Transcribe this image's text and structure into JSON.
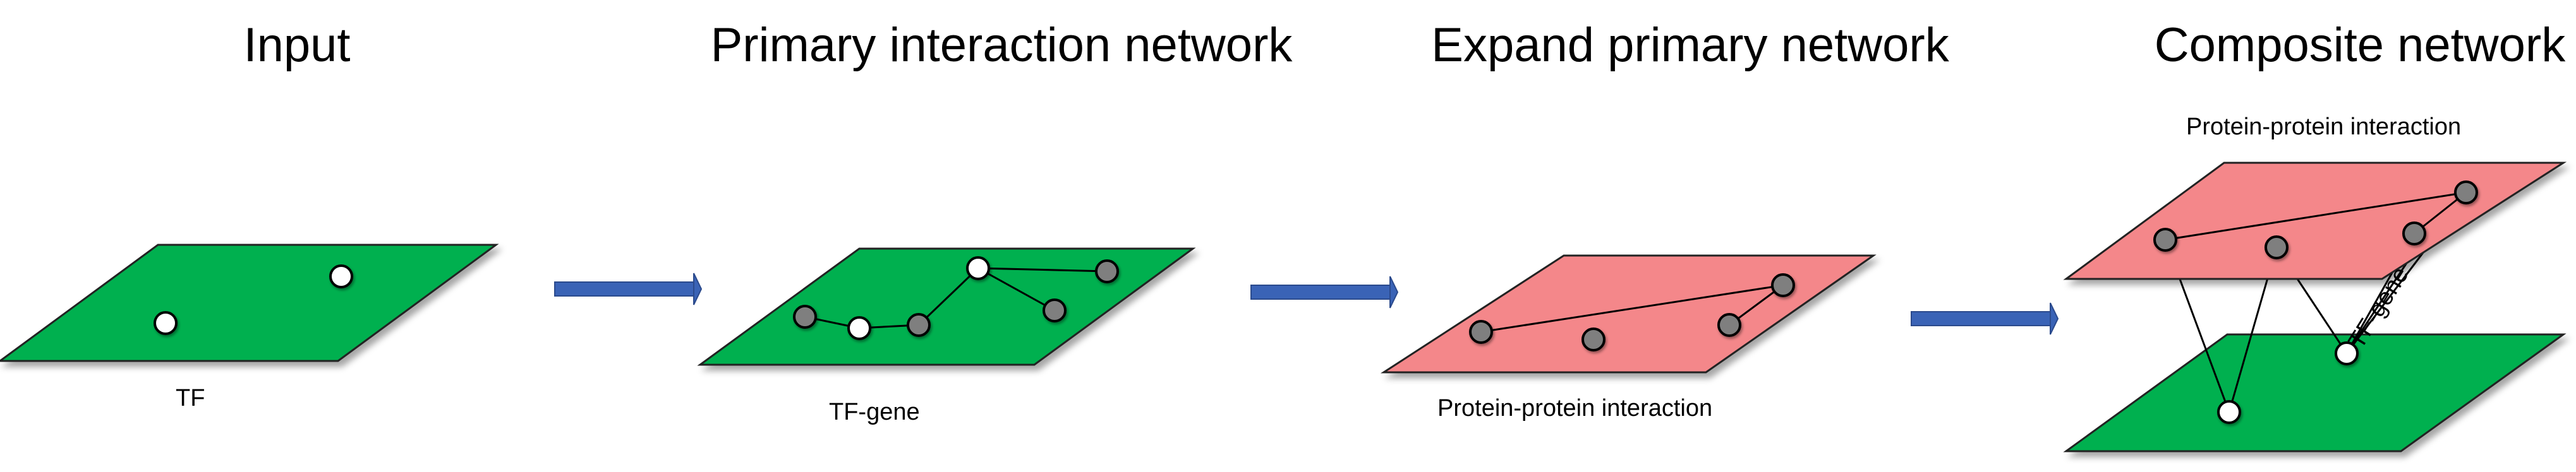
{
  "panels": [
    {
      "title": "Input",
      "label": "TF"
    },
    {
      "title": "Primary interaction network",
      "label": "TF-gene"
    },
    {
      "title": "Expand primary network",
      "label": "Protein-protein interaction"
    },
    {
      "title": "Composite network",
      "top_label": "Protein-protein interaction",
      "edge_label": "TF-gene"
    }
  ],
  "colors": {
    "green_plane": "#00B050",
    "red_plane": "#F4878A",
    "arrow": "#3A63B6",
    "node_white": "#FFFFFF",
    "node_gray": "#7F7F7F"
  }
}
